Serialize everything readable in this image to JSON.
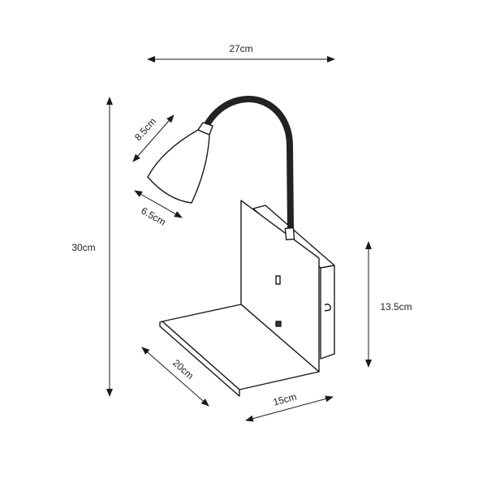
{
  "dimensions": {
    "width": "27cm",
    "height": "30cm",
    "shade_length": "8.5cm",
    "shade_diameter": "6.5cm",
    "plate_height": "13.5cm",
    "shelf_depth": "20cm",
    "shelf_width": "15cm"
  },
  "colors": {
    "line": "#1a1a1a",
    "arm": "#222222"
  }
}
